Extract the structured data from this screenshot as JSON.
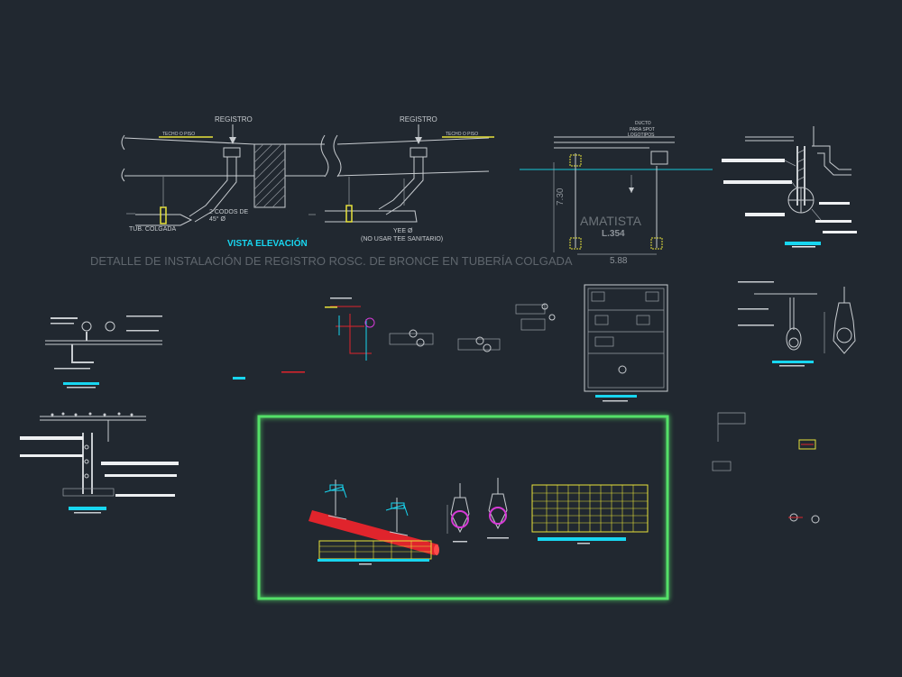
{
  "elevation": {
    "registro_left": "REGISTRO",
    "registro_right": "REGISTRO",
    "techo_left": "TECHO O PISO",
    "techo_right": "TECHO O PISO",
    "codos": "2 CODOS DE",
    "codos_angle": "45° Ø",
    "tub_colgada": "TUB. COLGADA",
    "yee": "YEE Ø",
    "no_usar": "(NO USAR TEE SANITARIO)",
    "vista": "VISTA ELEVACIÓN",
    "detalle": "DETALLE DE INSTALACIÓN DE REGISTRO ROSC. DE BRONCE EN TUBERÍA COLGADA"
  },
  "amatista": {
    "ducto": "DUCTO",
    "para_spot": "PARA SPOT",
    "logotipos": "LOGOTIPOS",
    "name": "AMATISTA",
    "code": "L.354",
    "dim_vertical": "7.30",
    "dim_horizontal": "5.88"
  },
  "colors": {
    "background": "#212830",
    "linework": "#c8ccd0",
    "accent_cyan": "#18d6f0",
    "accent_yellow": "#e8e23a",
    "frame_green": "#54e068",
    "pipe_red": "#e0242c",
    "pipe_magenta": "#d63ad6"
  },
  "icons": [
    "registro-arrow-icon",
    "pipe-hanger-icon",
    "flow-arrow-icon"
  ]
}
